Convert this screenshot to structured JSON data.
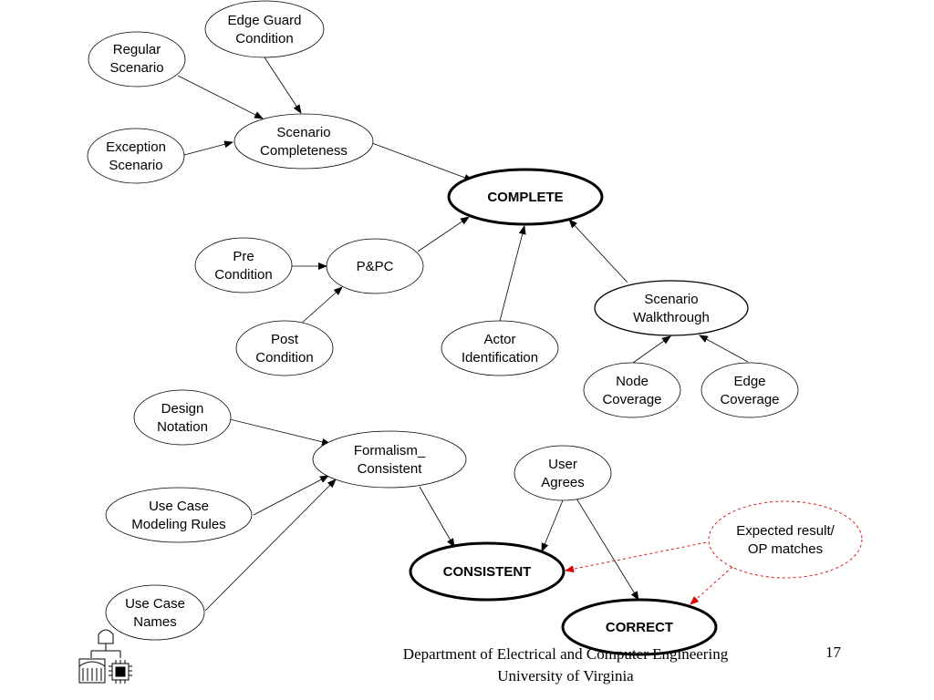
{
  "nodes": {
    "edge_guard": [
      "Edge Guard",
      "Condition"
    ],
    "regular": [
      "Regular",
      "Scenario"
    ],
    "exception": [
      "Exception",
      "Scenario"
    ],
    "scenario_completeness": [
      "Scenario",
      "Completeness"
    ],
    "complete": [
      "COMPLETE"
    ],
    "pre": [
      "Pre",
      "Condition"
    ],
    "ppc": [
      "P&PC"
    ],
    "post": [
      "Post",
      "Condition"
    ],
    "actor": [
      "Actor",
      "Identification"
    ],
    "walkthrough": [
      "Scenario",
      "Walkthrough"
    ],
    "node_cov": [
      "Node",
      "Coverage"
    ],
    "edge_cov": [
      "Edge",
      "Coverage"
    ],
    "design": [
      "Design",
      "Notation"
    ],
    "formalism": [
      "Formalism_",
      "Consistent"
    ],
    "ucrules": [
      "Use Case",
      "Modeling Rules"
    ],
    "ucnames": [
      "Use Case",
      "Names"
    ],
    "user": [
      "User",
      "Agrees"
    ],
    "expected": [
      "Expected result/",
      "OP matches"
    ],
    "consistent": [
      "CONSISTENT"
    ],
    "correct": [
      "CORRECT"
    ]
  },
  "footer": {
    "department": "Department of Electrical and Computer Engineering",
    "university": "University of Virginia",
    "page_number": "17"
  },
  "colors": {
    "line": "#000000",
    "dashed": "#e00000"
  },
  "logo": "university-engineering-logo"
}
